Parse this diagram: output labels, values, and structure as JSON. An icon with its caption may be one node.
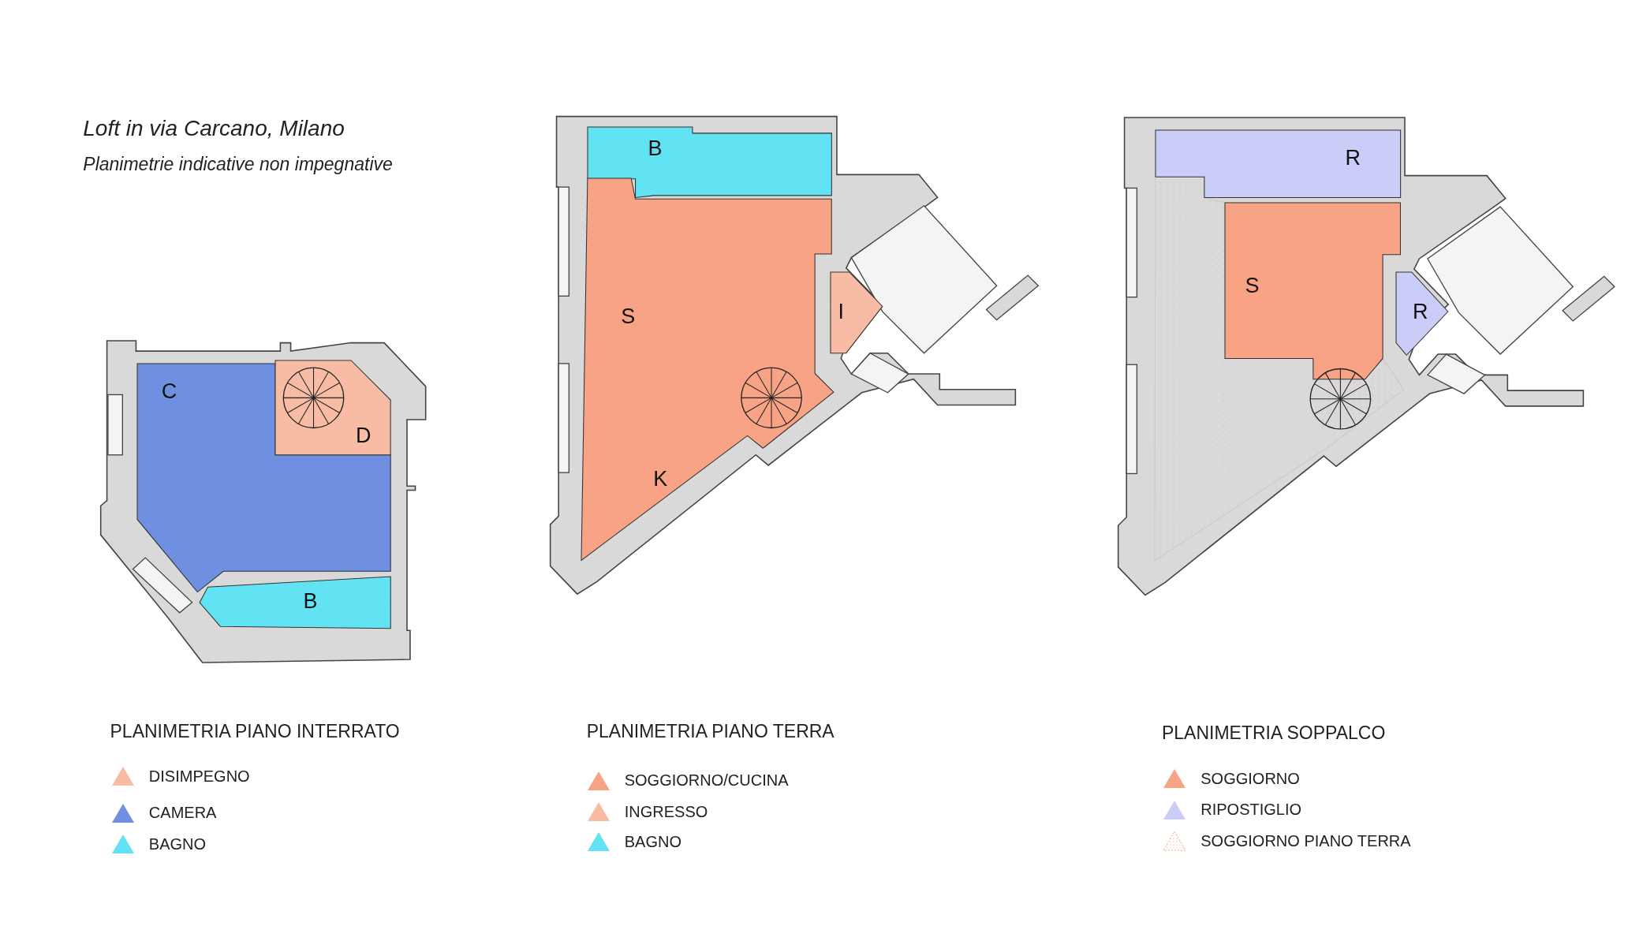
{
  "diagram": {
    "title": "Loft in via Carcano, Milano",
    "nodes": [
      {
        "text": [
          "C"
        ]
      },
      {
        "text": [
          "D"
        ]
      },
      {
        "text": [
          "B"
        ]
      },
      {
        "text": [
          "B"
        ]
      },
      {
        "text": [
          "S",
          "K"
        ]
      },
      {
        "text": [
          "I"
        ]
      },
      {
        "text": [
          "R"
        ]
      },
      {
        "text": [
          "S"
        ]
      },
      {
        "text": [
          "R"
        ]
      }
    ],
    "labels": [
      "Planimetrie indicative non impegnative",
      "PLANIMETRIA PIANO INTERRATO",
      "PLANIMETRIA PIANO TERRA",
      "PLANIMETRIA SOPPALCO"
    ],
    "legend": [
      {
        "text": "DISIMPEGNO",
        "color": "#f8bca4"
      },
      {
        "text": "CAMERA",
        "color": "#6f8fe0"
      },
      {
        "text": "BAGNO",
        "color": "#62e3f3"
      },
      {
        "text": "SOGGIORNO/CUCINA",
        "color": "#f9a386"
      },
      {
        "text": "INGRESSO",
        "color": "#f8bca4"
      },
      {
        "text": "BAGNO",
        "color": "#62e3f3"
      },
      {
        "text": "SOGGIORNO",
        "color": "#f9a386"
      },
      {
        "text": "RIPOSTIGLIO",
        "color": "#c9cdf7"
      },
      {
        "text": "SOGGIORNO PIANO TERRA"
      }
    ]
  }
}
